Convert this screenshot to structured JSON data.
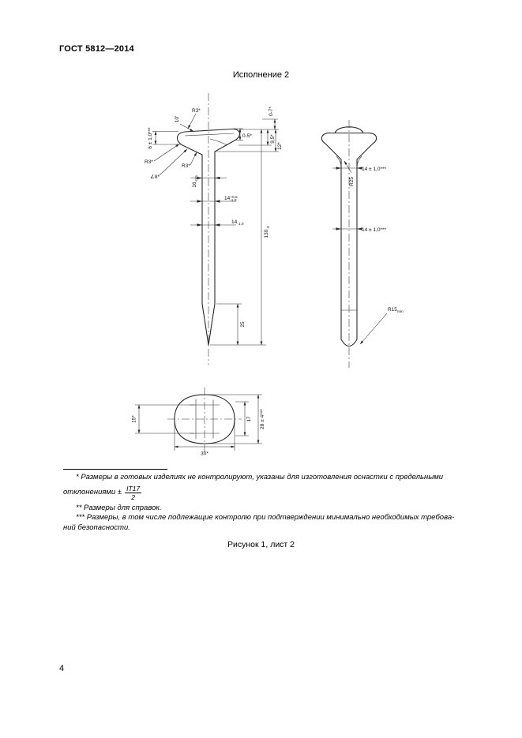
{
  "page": {
    "header": "ГОСТ 5812—2014",
    "title": "Исполнение 2",
    "figure_caption": "Рисунок 1, лист 2",
    "page_number": "4"
  },
  "footnotes": {
    "note1_line1": "* Размеры в готовых изделиях не контролируют, указаны для изготовления оснастки с предельными",
    "note1_line2_prefix": "отклонениями ±",
    "note1_fraction_numerator": "IT17",
    "note1_fraction_denominator": "2",
    "note2": "** Размеры для справок.",
    "note3_line1": "*** Размеры, в том числе подлежащие контролю при подтверждении минимально необходимых требова-",
    "note3_line2": "ний безопасности."
  },
  "drawing": {
    "front_view": {
      "r3_top": "R3*",
      "angle_top": "10'",
      "head_height": "6 ± 1,0***",
      "gap_top": "0-7*",
      "gap_side": "0-5*",
      "dim_9_5": "9,5*",
      "dim_12": "12*",
      "r3_left": "R3*",
      "r3_under": "R3*",
      "angle_under": "∠8*",
      "width_16": "16",
      "width_16_tol": "-0,5",
      "width_14a": "14",
      "width_14a_sup": "+0,5",
      "width_14a_sub": "-1,0",
      "width_14b": "14",
      "width_14b_tol": "-1,0",
      "length_130": "130",
      "length_130_tol": "-3",
      "tip_25": "25"
    },
    "side_view": {
      "fillet_r25": "R25",
      "thickness_14a": "14 ± 1,0***",
      "thickness_14b": "14 ± 1,0***",
      "tip_radius": "R15",
      "tip_radius_sub": "min"
    },
    "bottom_view": {
      "dim_15": "15*",
      "dim_17": "17",
      "dim_28": "28 ± 4***",
      "dim_30": "30*"
    }
  }
}
